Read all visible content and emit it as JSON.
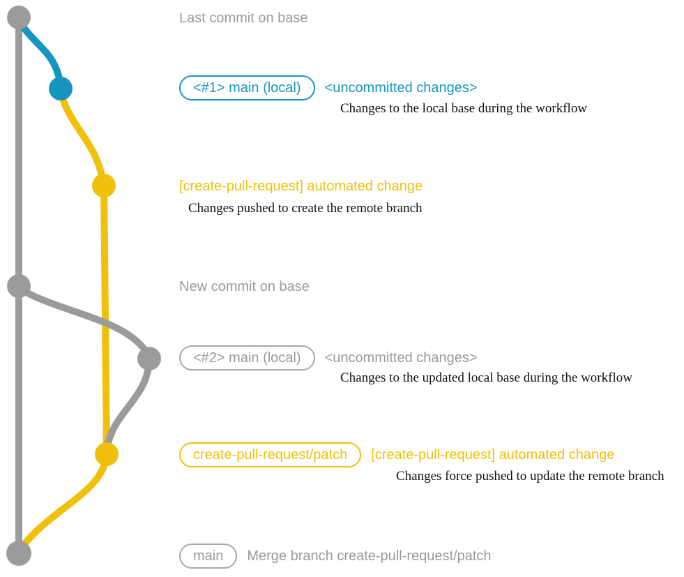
{
  "diagram_title": "create-pull-request branch workflow git graph",
  "colors": {
    "base_branch_gray": "#9b9b9b",
    "main_local_blue": "#1795c1",
    "patch_branch_yellow": "#f0c00c",
    "note_text_black": "#111111",
    "label_border_gray": "#a8a8a8"
  },
  "rows": {
    "base_commit_1": {
      "message": "Last commit on base"
    },
    "main_local_1": {
      "label": "<#1> main (local)",
      "message": "<uncommitted changes>",
      "note": "Changes to the local base during the workflow"
    },
    "patch_commit_1": {
      "message": "[create-pull-request] automated change",
      "note": "Changes pushed to create the remote branch"
    },
    "base_commit_2": {
      "message": "New commit on base"
    },
    "main_local_2": {
      "label": "<#2> main (local)",
      "message": "<uncommitted changes>",
      "note": "Changes to the updated local base during the workflow"
    },
    "patch_commit_2": {
      "label": "create-pull-request/patch",
      "message": "[create-pull-request] automated change",
      "note": "Changes force pushed to update the remote branch"
    },
    "merge_commit": {
      "label": "main",
      "message": "Merge branch create-pull-request/patch"
    }
  }
}
